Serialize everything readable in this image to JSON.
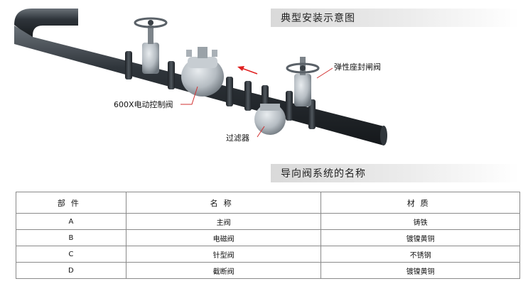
{
  "headers": {
    "install": "典型安装示意图",
    "names": "导向阀系统的名称"
  },
  "callouts": {
    "electric_valve": "600X电动控制阀",
    "gate_valve": "弹性座封闸阀",
    "filter": "过滤器"
  },
  "table": {
    "columns": [
      "部件",
      "名称",
      "材质"
    ],
    "rows": [
      {
        "part": "A",
        "name": "主阀",
        "material": "铸铁"
      },
      {
        "part": "B",
        "name": "电磁阀",
        "material": "镀镍黄铜"
      },
      {
        "part": "C",
        "name": "针型阀",
        "material": "不锈钢"
      },
      {
        "part": "D",
        "name": "截断阀",
        "material": "镀镍黄铜"
      }
    ]
  },
  "colors": {
    "pipe": "#2e3338",
    "flow_arrow": "#e02020",
    "leader_line": "#d23030"
  }
}
